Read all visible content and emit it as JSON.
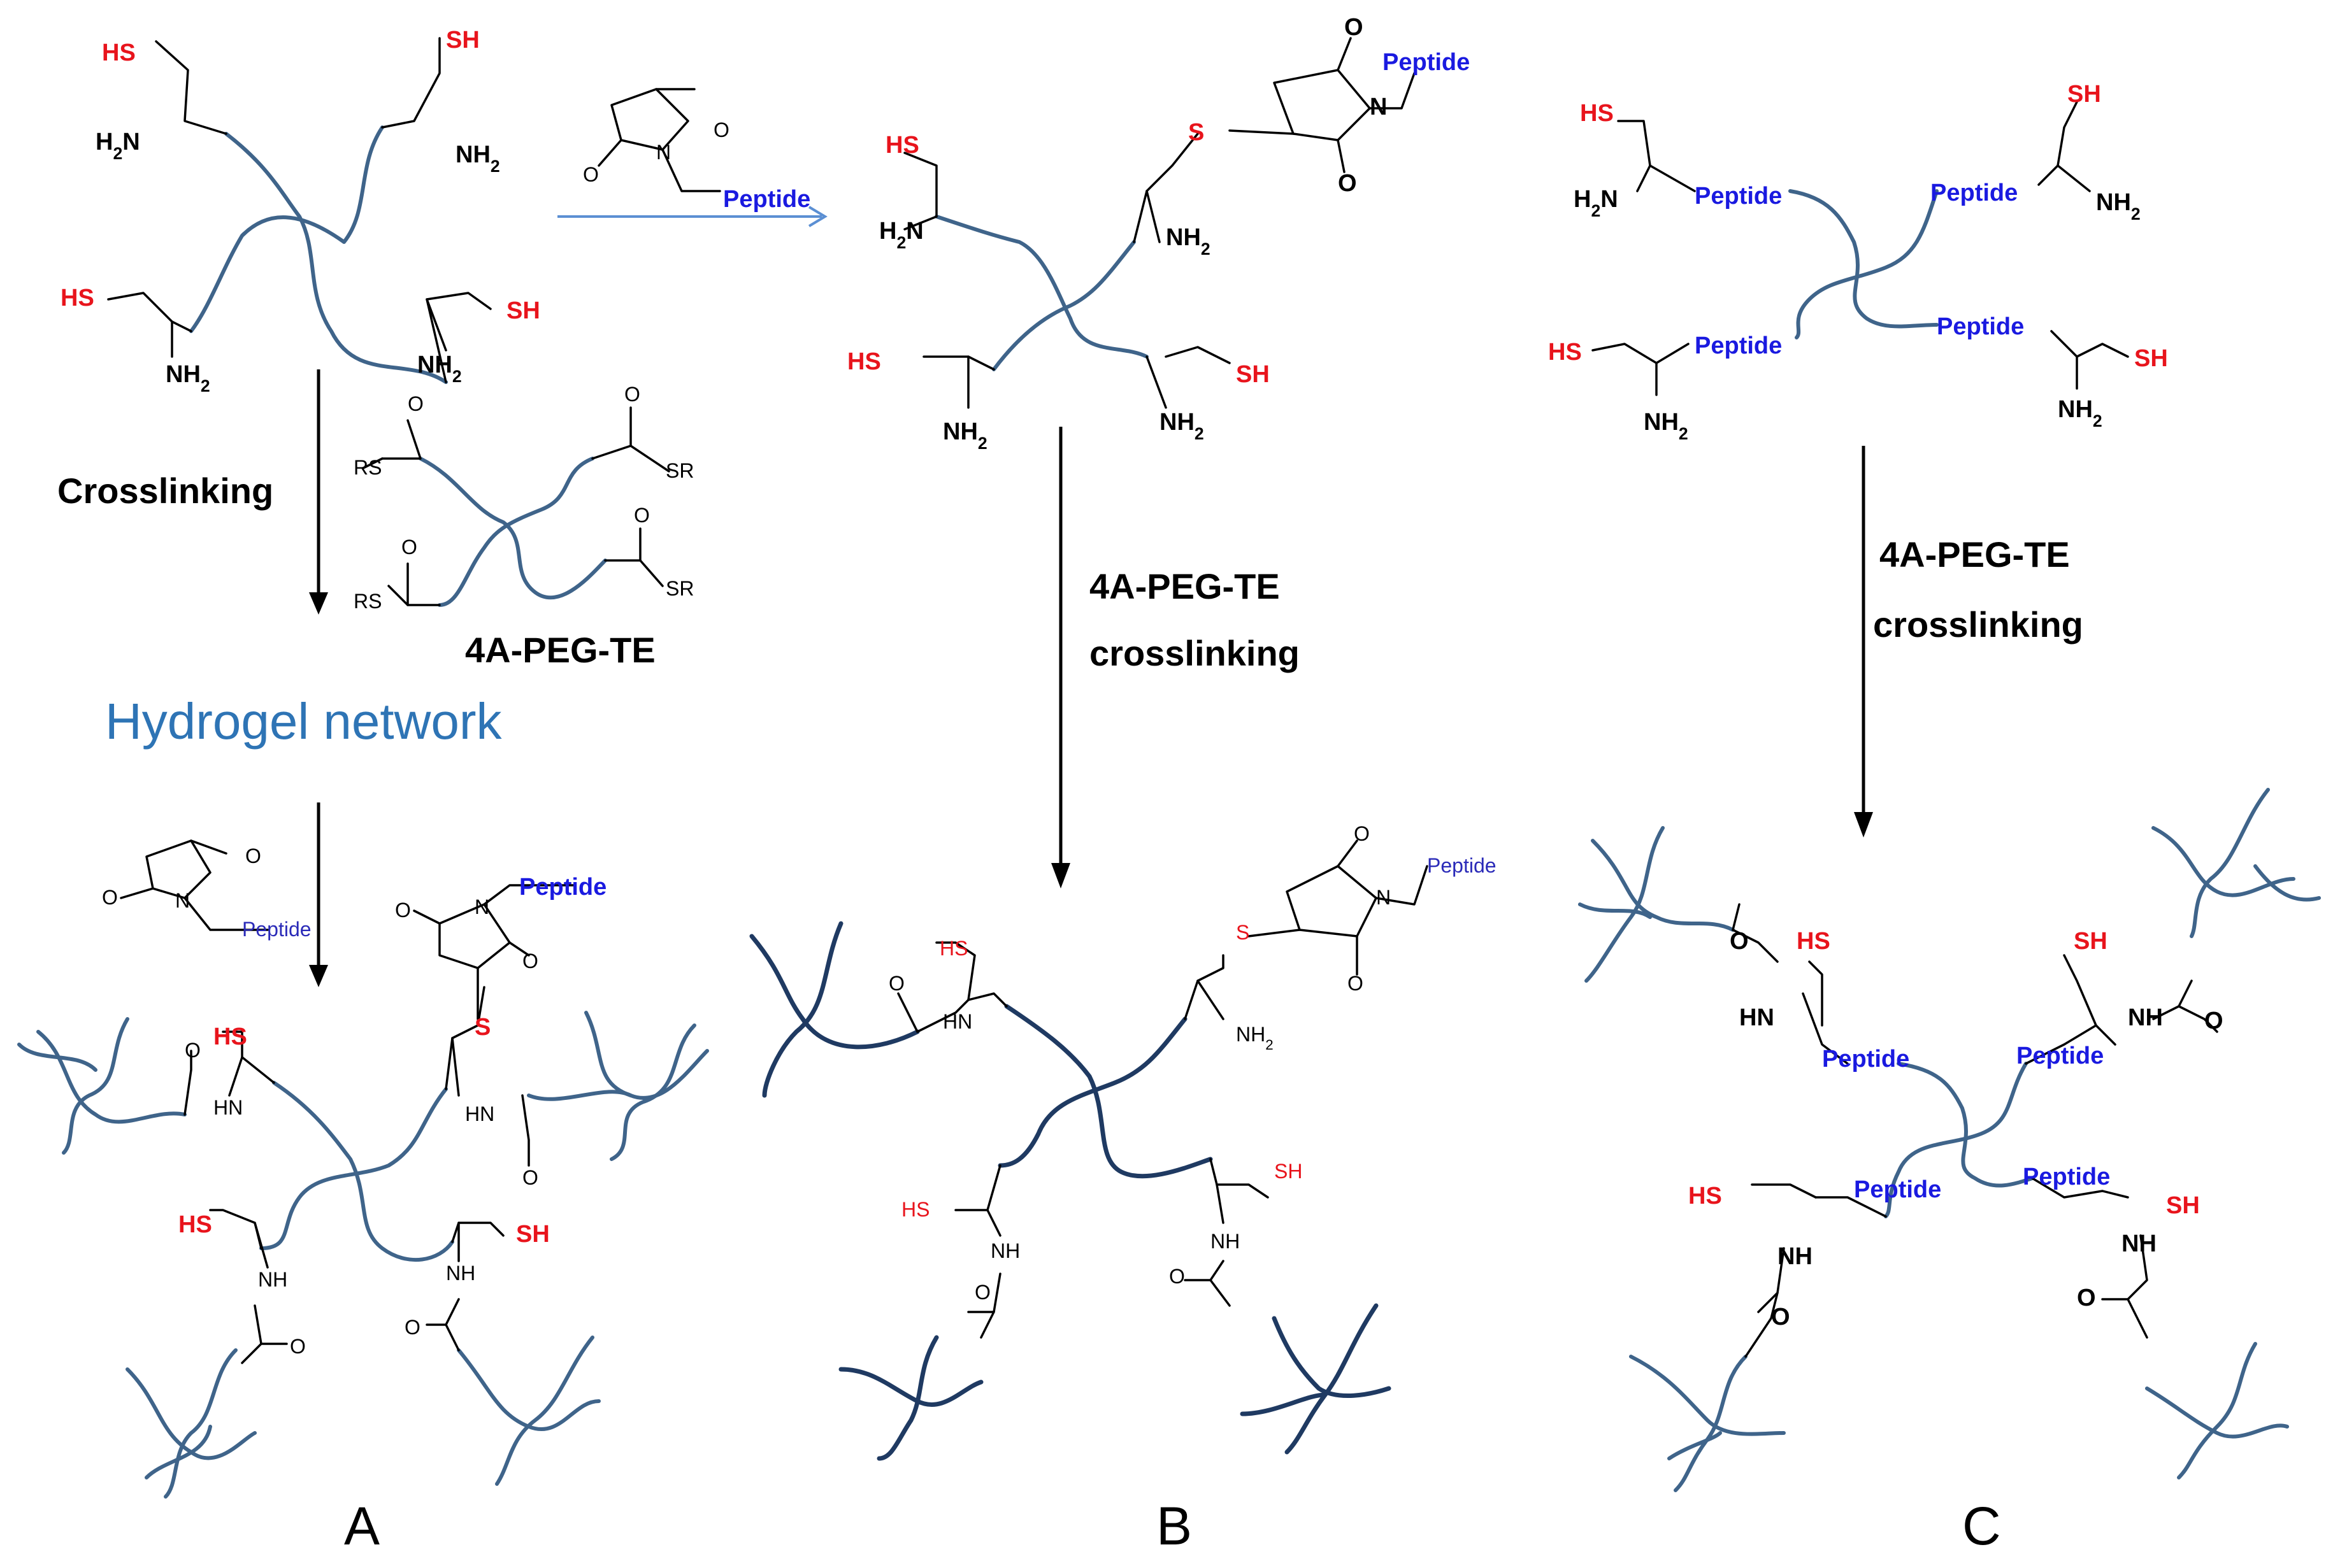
{
  "atoms": {
    "sh_left": "HS",
    "sh_right": "SH",
    "nh2_left": "H2N",
    "nh2_right": "NH2",
    "nh2_below": "NH2",
    "hn": "HN",
    "nh": "NH",
    "o": "O",
    "n": "N",
    "s": "S",
    "rs": "RS",
    "sr": "SR",
    "peptide": "Peptide"
  },
  "labels": {
    "crosslinking": "Crosslinking",
    "peg_te": "4A-PEG-TE",
    "hydrogel_network": "Hydrogel network",
    "peg_te_b": "4A-PEG-TE",
    "crosslinking_b": "crosslinking",
    "peg_te_c": "4A-PEG-TE",
    "crosslinking_c": "crosslinking"
  },
  "panels": {
    "a": "A",
    "b": "B",
    "c": "C"
  },
  "colors": {
    "thiol": "#e8141c",
    "peptide": "#1a1ae0",
    "peg_chain": "#3f648a",
    "title_blue": "#2e74b5",
    "arrow_blue": "#5b8fd3"
  }
}
